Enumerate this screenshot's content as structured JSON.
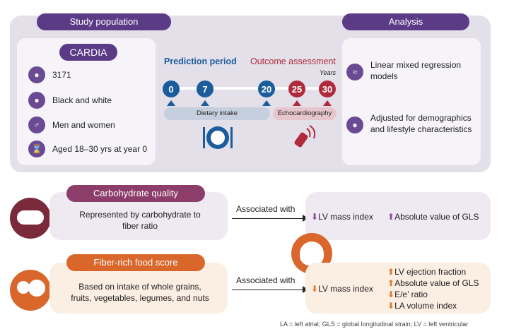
{
  "top": {
    "study_population_label": "Study population",
    "analysis_label": "Analysis",
    "cohort_label": "CARDIA",
    "population": [
      {
        "icon": "group-icon",
        "text": "3171"
      },
      {
        "icon": "people-icon",
        "text": "Black and white"
      },
      {
        "icon": "men-women-icon",
        "text": "Men and women"
      },
      {
        "icon": "hourglass-icon",
        "text": "Aged 18–30 yrs at year 0"
      }
    ],
    "prediction_label": "Prediction period",
    "outcome_label": "Outcome assessment",
    "years_label": "Years",
    "timeline_nodes": [
      "0",
      "7",
      "20",
      "25",
      "30"
    ],
    "dietary_label": "Dietary intake",
    "echo_label": "Echocardiography",
    "analysis_items": [
      {
        "icon": "chart-icon",
        "text": "Linear mixed regression models"
      },
      {
        "icon": "person-icon",
        "text": "Adjusted for demographics and lifestyle characteristics"
      }
    ]
  },
  "carb": {
    "title": "Carbohydrate quality",
    "description": "Represented by carbohydrate to fiber ratio",
    "associated": "Associated with",
    "results": [
      {
        "dir": "down",
        "text": "LV mass index"
      },
      {
        "dir": "up",
        "text": "Absolute value of GLS"
      }
    ]
  },
  "fiber": {
    "title": "Fiber-rich food score",
    "description": "Based on intake of whole grains, fruits, vegetables, legumes, and nuts",
    "associated": "Associated with",
    "left_result": {
      "dir": "down",
      "text": "LV mass index"
    },
    "right_results": [
      {
        "dir": "up",
        "text": "LV ejection fraction"
      },
      {
        "dir": "up",
        "text": "Absolute value of GLS"
      },
      {
        "dir": "down",
        "text": "E/e’ ratio"
      },
      {
        "dir": "down",
        "text": "LA volume index"
      }
    ]
  },
  "footnote": "LA = left atrial; GLS = global longitudinal strain; LV = left ventricular",
  "colors": {
    "purple": "#5b3a86",
    "blue": "#1a5c9c",
    "red": "#b02a3a",
    "orange": "#d9662b"
  }
}
